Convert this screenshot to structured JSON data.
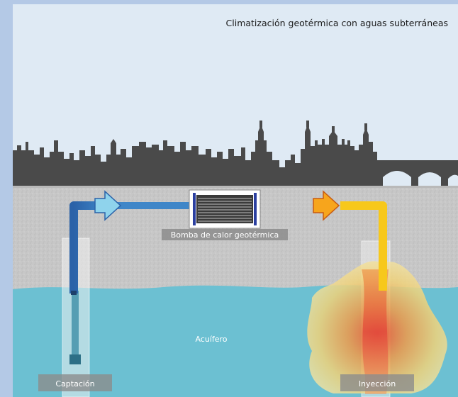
{
  "title": "Climatización geotérmica con aguas subterráneas",
  "labels": {
    "pump": "Bomba de calor geotérmica",
    "aquifer": "Acuífero",
    "capture": "Captación",
    "injection": "Inyección"
  },
  "colors": {
    "frame": "#b4c9e6",
    "sky": "#dfeaf4",
    "skyline": "#4a4a4a",
    "ground": "#c6c6c6",
    "aquifer": "#6cc0d2",
    "cold_pipe": "#2f6cb0",
    "warm_pipe": "#f5c21b",
    "hot_pipe": "#ef7f1a",
    "plume": "#f0d27a",
    "plume_core": "#e5533a",
    "label_box": "#8c8c8c"
  }
}
